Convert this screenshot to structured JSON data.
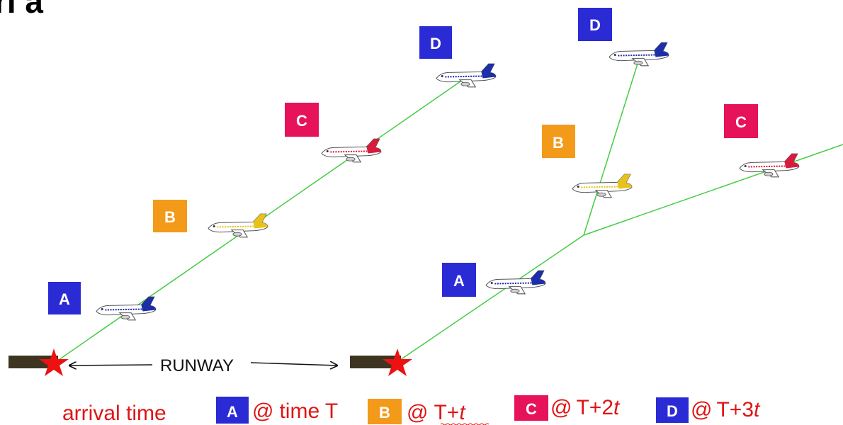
{
  "heading_fragment": "ri à",
  "runway_label": "RUNWAY",
  "colors": {
    "A": "#2b2bd6",
    "B": "#f39a1a",
    "C": "#e6135a",
    "D": "#2b2bd6",
    "route": "#44cc44",
    "star": "#ee1111",
    "legend_text": "#e01515",
    "runway": "#3d3522"
  },
  "left_scene": {
    "labels": {
      "A": "A",
      "B": "B",
      "C": "C",
      "D": "D"
    }
  },
  "right_scene": {
    "labels": {
      "A": "A",
      "B": "B",
      "C": "C",
      "D": "D"
    }
  },
  "legend": {
    "prefix": "arrival time",
    "items": [
      {
        "badge": "A",
        "at": "@",
        "text": "time T",
        "italic_suffix": ""
      },
      {
        "badge": "B",
        "at": "@",
        "text": "T+",
        "italic_suffix": "t"
      },
      {
        "badge": "C",
        "at": "@",
        "text": "T+2",
        "italic_suffix": "t"
      },
      {
        "badge": "D",
        "at": "@",
        "text": "T+3",
        "italic_suffix": "t"
      }
    ]
  }
}
